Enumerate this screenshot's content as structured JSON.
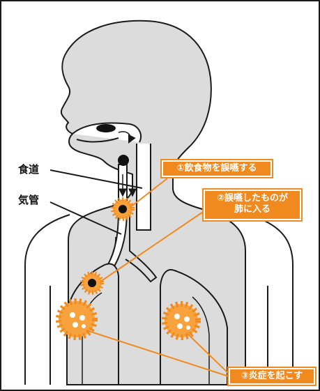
{
  "labels": {
    "esophagus": "食道",
    "trachea": "気管"
  },
  "callouts": {
    "step1": "①飲食物を誤嚥する",
    "step2_line1": "②誤嚥したものが",
    "step2_line2": "肺に入る",
    "step3": "③炎症を起こす"
  },
  "colors": {
    "body_fill": "#dcdcdc",
    "outline": "#1a1a1a",
    "accent": "#f08a1e",
    "germ": "#f7a23c",
    "germ_core": "#111111"
  },
  "icons": [
    "food-bolus-icon",
    "germ-icon"
  ]
}
